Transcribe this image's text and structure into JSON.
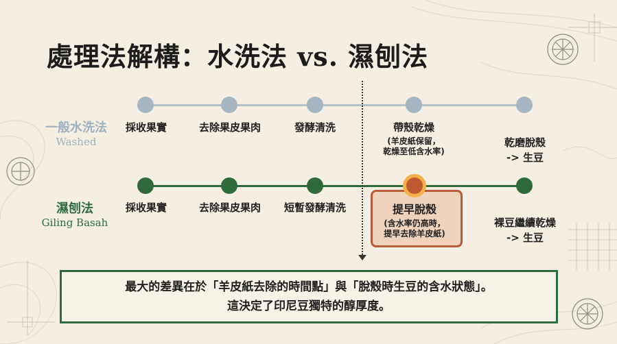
{
  "title": "處理法解構：水洗法 vs. 濕刨法",
  "washed": {
    "label_zh": "一般水洗法",
    "label_en": "Washed",
    "steps": [
      {
        "label": "採收果實",
        "note": ""
      },
      {
        "label": "去除果皮果肉",
        "note": ""
      },
      {
        "label": "發酵清洗",
        "note": ""
      },
      {
        "label": "帶殼乾燥",
        "note": "(羊皮紙保留，\n乾燥至低含水率)"
      },
      {
        "label": "乾磨脫殼\n-> 生豆",
        "note": ""
      }
    ]
  },
  "giling": {
    "label_zh": "濕刨法",
    "label_en": "Giling Basah",
    "steps": [
      {
        "label": "採收果實",
        "note": ""
      },
      {
        "label": "去除果皮果肉",
        "note": ""
      },
      {
        "label": "短暫發酵清洗",
        "note": ""
      },
      {
        "label": "提早脫殼",
        "note": "(含水率仍高時，\n提早去除羊皮紙)"
      },
      {
        "label": "裸豆繼續乾燥\n-> 生豆",
        "note": ""
      }
    ]
  },
  "summary": {
    "line1": "最大的差異在於「羊皮紙去除的時間點」與「脫殼時生豆的含水狀態」。",
    "line2": "這決定了印尼豆獨特的醇厚度。"
  }
}
